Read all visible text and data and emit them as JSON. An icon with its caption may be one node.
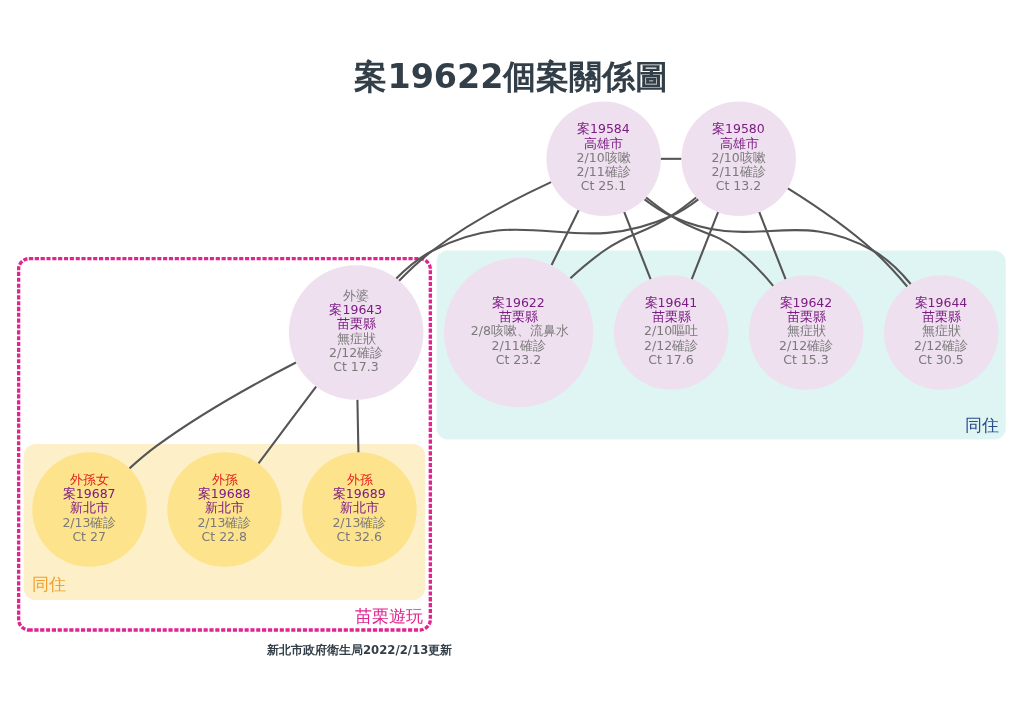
{
  "diagram": {
    "title": "案19622個案關係圖",
    "nodes": [
      {
        "text": [
          "案19584",
          "高雄市",
          "2/10咳嗽",
          "2/11確診",
          "Ct 25.1"
        ]
      },
      {
        "text": [
          "案19580",
          "高雄市",
          "2/10咳嗽",
          "2/11確診",
          "Ct 13.2"
        ]
      },
      {
        "text": [
          "苗栗遊玩"
        ]
      },
      {
        "text": [
          "外婆",
          "案19643",
          "苗栗縣",
          "無症狀",
          "2/12確診",
          "Ct 17.3"
        ],
        "in": 2
      },
      {
        "text": [
          "同住"
        ]
      },
      {
        "text": [
          "案19622",
          "苗栗縣",
          "2/8咳嗽、流鼻水",
          "2/11確診",
          "Ct 23.2"
        ],
        "in": 4
      },
      {
        "text": [
          "案19641",
          "苗栗縣",
          "2/10嘔吐",
          "2/12確診",
          "Ct 17.6"
        ],
        "in": 4
      },
      {
        "text": [
          "案19642",
          "苗栗縣",
          "無症狀",
          "2/12確診",
          "Ct 15.3"
        ],
        "in": 4
      },
      {
        "text": [
          "案19644",
          "苗栗縣",
          "無症狀",
          "2/12確診",
          "Ct 30.5"
        ],
        "in": 4
      },
      {
        "text": [
          "同住"
        ],
        "in": 2
      },
      {
        "text": [
          "外孫女",
          "案19687",
          "新北市",
          "2/13確診",
          "Ct 27"
        ],
        "in": 9
      },
      {
        "text": [
          "外孫",
          "案19688",
          "新北市",
          "2/13確診",
          "Ct 22.8"
        ],
        "in": 9
      },
      {
        "text": [
          "外孫",
          "案19689",
          "新北市",
          "2/13確診",
          "Ct 32.6"
        ],
        "in": 9
      }
    ],
    "edges": [
      {
        "from": 0,
        "to": 1,
        "arrow": "none"
      },
      {
        "from": 0,
        "to": 3,
        "arrow": "none"
      },
      {
        "from": 1,
        "to": 3,
        "arrow": "none"
      },
      {
        "from": 0,
        "to": 5,
        "arrow": "none"
      },
      {
        "from": 1,
        "to": 5,
        "arrow": "none"
      },
      {
        "from": 0,
        "to": 6,
        "arrow": "none"
      },
      {
        "from": 1,
        "to": 6,
        "arrow": "none"
      },
      {
        "from": 0,
        "to": 7,
        "arrow": "none"
      },
      {
        "from": 1,
        "to": 7,
        "arrow": "none"
      },
      {
        "from": 0,
        "to": 8,
        "arrow": "none"
      },
      {
        "from": 1,
        "to": 8,
        "arrow": "none"
      },
      {
        "from": 3,
        "to": 10,
        "arrow": "none"
      },
      {
        "from": 3,
        "to": 11,
        "arrow": "none"
      },
      {
        "from": 3,
        "to": 12,
        "arrow": "none"
      }
    ],
    "labels": [
      "新北市政府衛生局2022/2/13更新"
    ]
  }
}
